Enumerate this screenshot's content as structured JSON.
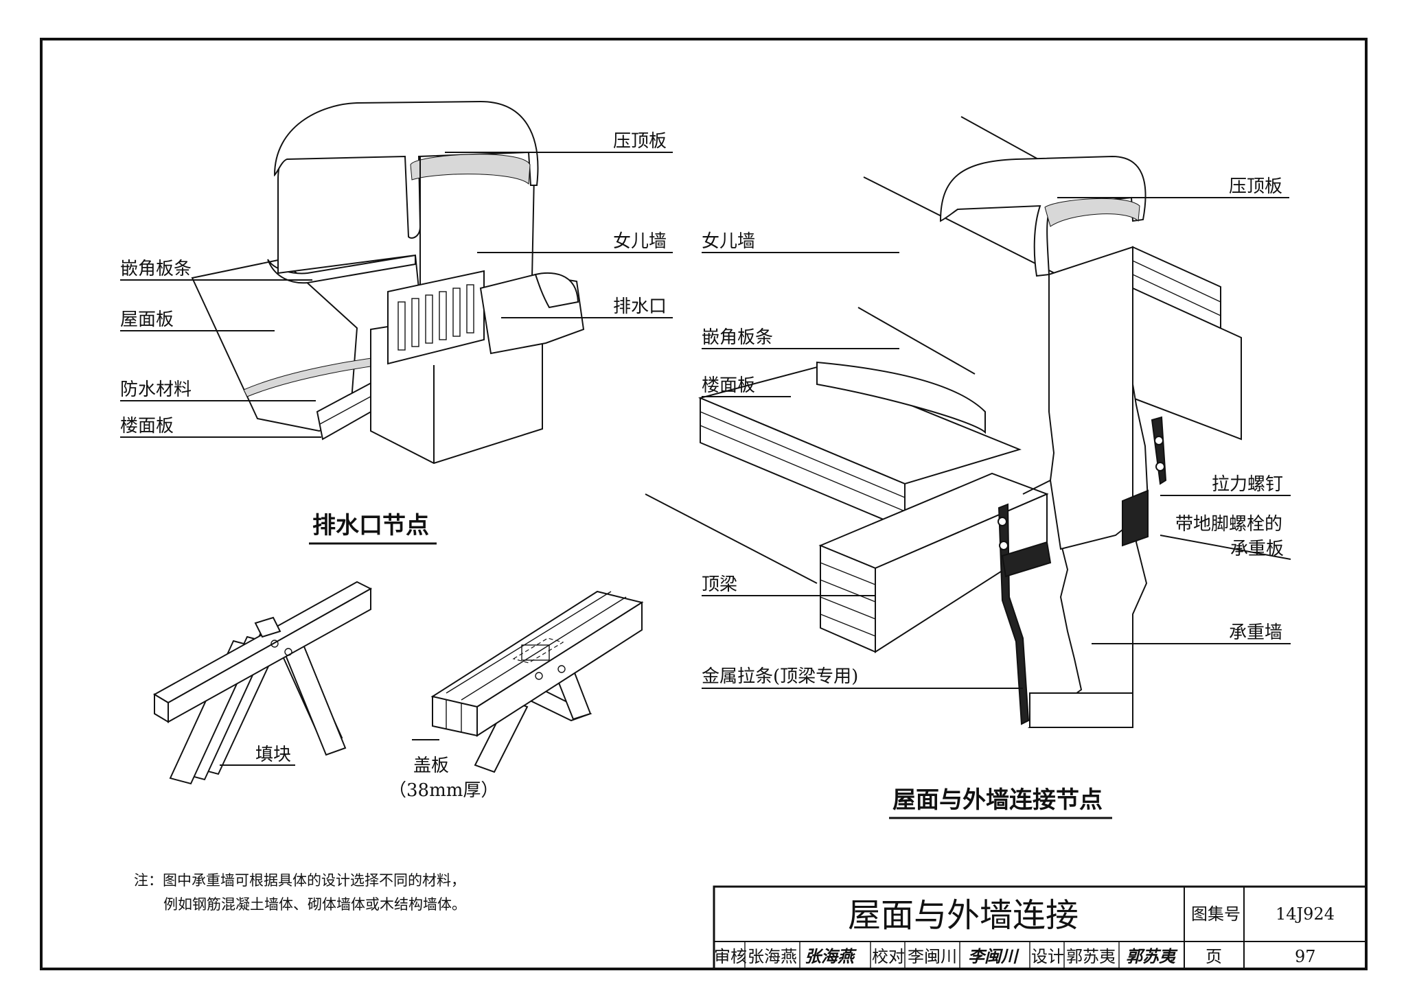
{
  "drainage_detail": {
    "title": "排水口节点",
    "labels": {
      "coping": "压顶板",
      "parapet": "女儿墙",
      "drain_outlet": "排水口",
      "cant_strip": "嵌角板条",
      "roof_board": "屋面板",
      "waterproofing": "防水材料",
      "floor_board": "楼面板"
    }
  },
  "joint_details": {
    "filler_block": "填块",
    "cover_plate": "盖板",
    "cover_plate_note": "（38mm厚）"
  },
  "roof_wall_detail": {
    "title": "屋面与外墙连接节点",
    "labels": {
      "coping": "压顶板",
      "parapet": "女儿墙",
      "cant_strip": "嵌角板条",
      "floor_board": "楼面板",
      "tension_screw": "拉力螺钉",
      "bearing_plate_line1": "带地脚螺栓的",
      "bearing_plate_line2": "承重板",
      "top_beam": "顶梁",
      "bearing_wall": "承重墙",
      "metal_strap": "金属拉条(顶梁专用)"
    }
  },
  "note": {
    "line1": "注：图中承重墙可根据具体的设计选择不同的材料，",
    "line2": "例如钢筋混凝土墙体、砌体墙体或木结构墙体。"
  },
  "title_block": {
    "drawing_title": "屋面与外墙连接",
    "atlas_label": "图集号",
    "atlas_number": "14J924",
    "page_label": "页",
    "page_number": "97",
    "review_label": "审核",
    "reviewer": "张海燕",
    "reviewer_signature": "张海燕",
    "check_label": "校对",
    "checker": "李闽川",
    "checker_signature": "李闽川",
    "design_label": "设计",
    "designer": "郭苏夷",
    "designer_signature": "郭苏夷"
  }
}
